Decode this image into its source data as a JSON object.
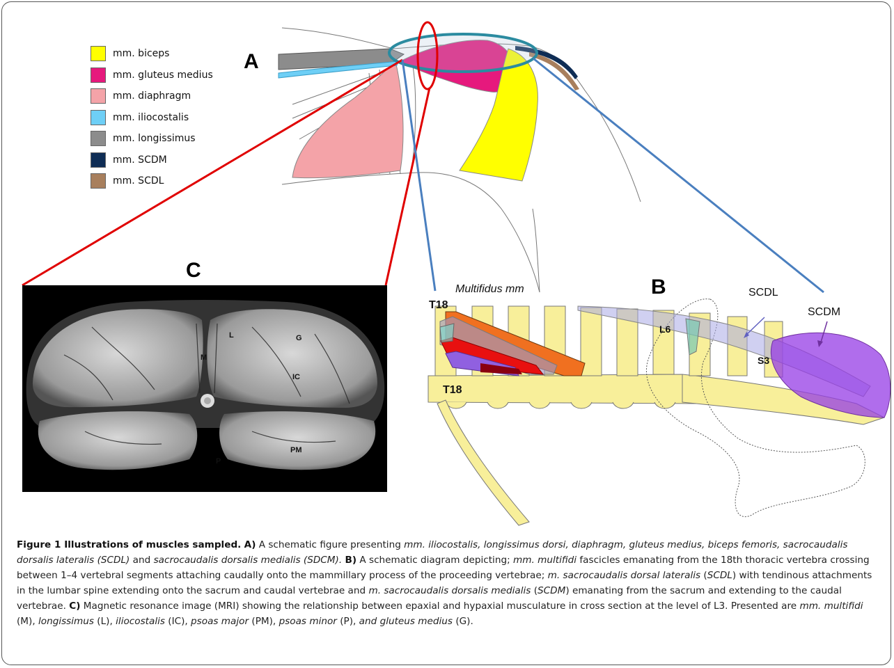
{
  "panels": {
    "a": "A",
    "b": "B",
    "c": "C"
  },
  "legend": [
    {
      "label": "mm. biceps",
      "color": "#ffff00"
    },
    {
      "label": "mm. gluteus medius",
      "color": "#e6197d"
    },
    {
      "label": "mm. diaphragm",
      "color": "#f4a3a8"
    },
    {
      "label": "mm. iliocostalis",
      "color": "#6ecff6"
    },
    {
      "label": "mm. longissimus",
      "color": "#8c8c8c"
    },
    {
      "label": "mm. SCDM",
      "color": "#0f2d55"
    },
    {
      "label": "mm. SCDL",
      "color": "#a87f5d"
    }
  ],
  "mri_labels": {
    "L": "L",
    "G": "G",
    "M": "M",
    "IC": "IC",
    "PM": "PM",
    "P": "P"
  },
  "diagram_b": {
    "multifidus": "Multifidus mm",
    "t18_top": "T18",
    "t18_bottom": "T18",
    "l6": "L6",
    "s3": "S3",
    "scdl": "SCDL",
    "scdm": "SCDM"
  },
  "caption": {
    "title": "Figure 1 Illustrations of muscles sampled.",
    "a_tag": "A)",
    "a_text1": " A schematic figure presenting ",
    "a_italic": "mm. iliocostalis, longissimus dorsi, diaphragm, gluteus medius, biceps femoris, sacrocaudalis dorsalis lateralis (SCDL)",
    "a_and": " and ",
    "a_italic2": "sacrocaudalis dorsalis medialis (SDCM).",
    "b_tag": "B)",
    "b_text1": " A schematic diagram depicting; ",
    "b_italic1": "mm. multifidi",
    "b_text2": " fascicles emanating from the 18th thoracic vertebra crossing between 1–4 vertebral segments attaching caudally onto the mammillary process of the proceeding vertebrae; ",
    "b_italic2": "m. sacrocaudalis dorsal lateralis",
    "b_text3": " (",
    "b_italic3": "SCDL",
    "b_text4": ") with tendinous attachments in the lumbar spine extending onto the sacrum and caudal vertebrae and ",
    "b_italic4": "m. sacrocaudalis dorsalis medialis",
    "b_text5": " (",
    "b_italic5": "SCDM",
    "b_text6": ") emanating from the sacrum and extending to the caudal vertebrae. ",
    "c_tag": "C)",
    "c_text1": " Magnetic resonance image (MRI) showing the relationship between epaxial and hypaxial musculature in cross section at the level of L3. Presented are ",
    "c_italic1": "mm. multifidi",
    "c_text2": " (M), ",
    "c_italic2": "longissimus",
    "c_text3": " (L), ",
    "c_italic3": "iliocostalis",
    "c_text4": " (IC), ",
    "c_italic4": "psoas major",
    "c_text5": " (PM), ",
    "c_italic5": "psoas minor",
    "c_text6": " (P), ",
    "c_italic6": "and gluteus medius",
    "c_text7": " (G)."
  }
}
